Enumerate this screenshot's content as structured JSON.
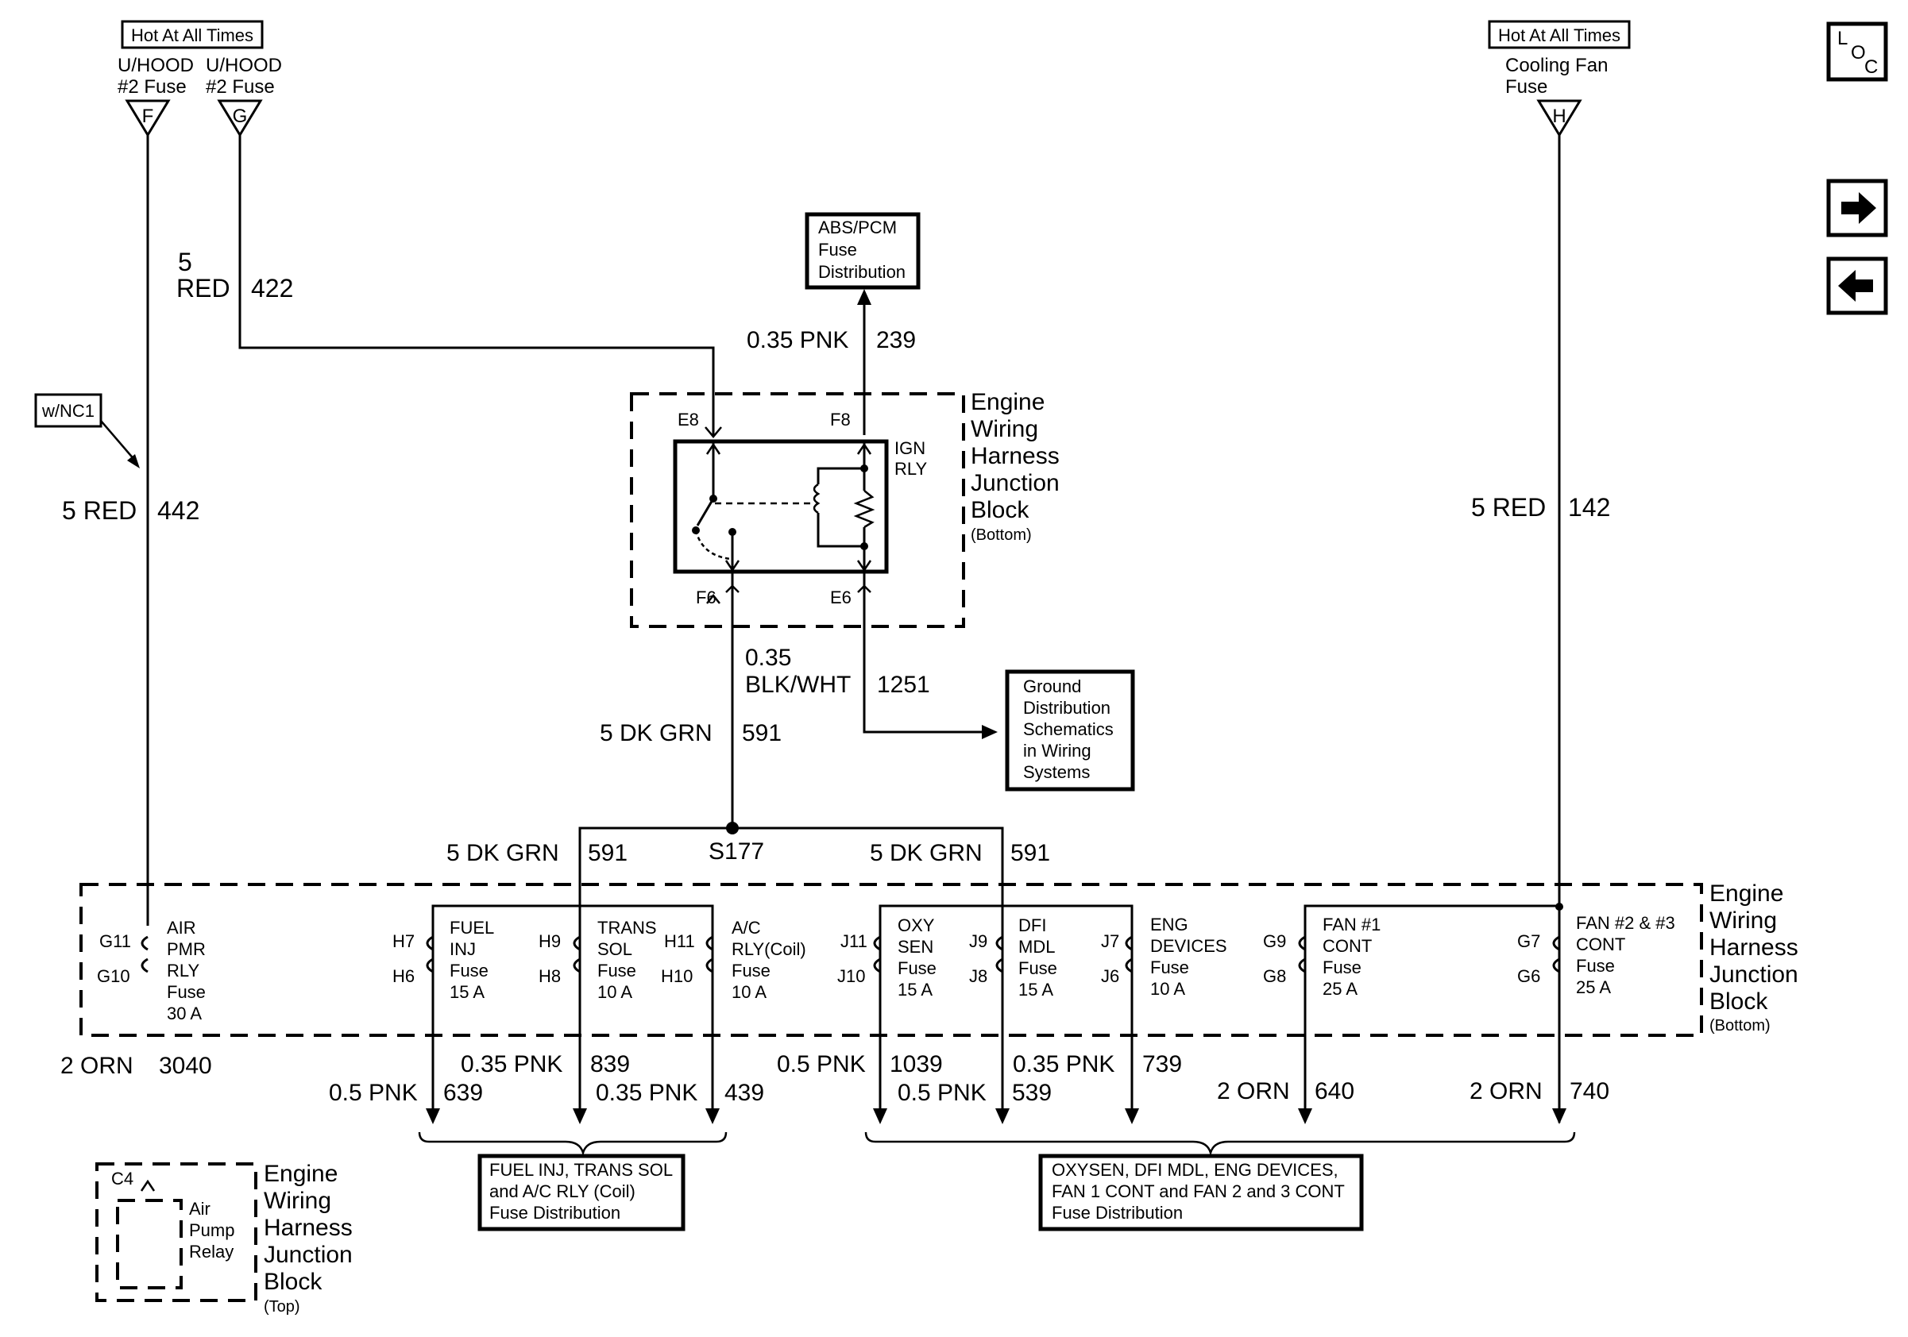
{
  "sources": {
    "hot1": "Hot At All Times",
    "hot2": "Hot At All Times",
    "fuse_f_line1": "U/HOOD",
    "fuse_f_line2": "#2 Fuse",
    "fuse_g_line1": "U/HOOD",
    "fuse_g_line2": "#2 Fuse",
    "fuse_h_line1": "Cooling Fan",
    "fuse_h_line2": "Fuse",
    "term_f": "F",
    "term_g": "G",
    "term_h": "H",
    "option": "w/NC1"
  },
  "nav": {
    "loc_l": "L",
    "loc_o": "O",
    "loc_c": "C",
    "next_icon": "arrow-right-icon",
    "prev_icon": "arrow-left-icon"
  },
  "wires": {
    "w422_gauge": "5",
    "w422_color": "RED",
    "w422_circuit": "422",
    "w442": "5 RED",
    "w442_circuit": "442",
    "w142": "5 RED",
    "w142_circuit": "142",
    "w239": "0.35 PNK",
    "w239_circuit": "239",
    "w1251_gauge": "0.35",
    "w1251_color": "BLK/WHT",
    "w1251_circuit": "1251",
    "w591_main": "5 DK GRN",
    "w591_main_circuit": "591",
    "w591_left": "5 DK GRN",
    "w591_left_circuit": "591",
    "w591_right": "5 DK GRN",
    "w591_right_circuit": "591",
    "splice": "S177",
    "w3040": "2 ORN",
    "w3040_circuit": "3040",
    "w639": "0.5 PNK",
    "w639_circuit": "639",
    "w839": "0.35 PNK",
    "w839_circuit": "839",
    "w439": "0.35 PNK",
    "w439_circuit": "439",
    "w1039": "0.5 PNK",
    "w1039_circuit": "1039",
    "w539": "0.5 PNK",
    "w539_circuit": "539",
    "w739": "0.35 PNK",
    "w739_circuit": "739",
    "w640": "2 ORN",
    "w640_circuit": "640",
    "w740": "2 ORN",
    "w740_circuit": "740"
  },
  "boxes": {
    "abs_pcm_1": "ABS/PCM",
    "abs_pcm_2": "Fuse",
    "abs_pcm_3": "Distribution",
    "ground_1": "Ground",
    "ground_2": "Distribution",
    "ground_3": "Schematics",
    "ground_4": "in Wiring",
    "ground_5": "Systems",
    "fuse_dist_left_1": "FUEL INJ, TRANS SOL",
    "fuse_dist_left_2": "and A/C RLY (Coil)",
    "fuse_dist_left_3": "Fuse Distribution",
    "fuse_dist_right_1": "OXYSEN, DFI MDL, ENG DEVICES,",
    "fuse_dist_right_2": "FAN 1 CONT and FAN 2 and 3 CONT",
    "fuse_dist_right_3": "Fuse Distribution"
  },
  "relay_block": {
    "title_1": "Engine",
    "title_2": "Wiring",
    "title_3": "Harness",
    "title_4": "Junction",
    "title_5": "Block",
    "title_6": "(Bottom)",
    "relay_1": "IGN",
    "relay_2": "RLY",
    "pin_e8": "E8",
    "pin_f8": "F8",
    "pin_f6": "F6",
    "pin_e6": "E6"
  },
  "fuse_block": {
    "title_1": "Engine",
    "title_2": "Wiring",
    "title_3": "Harness",
    "title_4": "Junction",
    "title_5": "Block",
    "title_6": "(Bottom)",
    "fuses": [
      {
        "name_1": "AIR",
        "name_2": "PMR",
        "name_3": "RLY",
        "name_4": "Fuse",
        "name_5": "30 A",
        "pin_top": "G11",
        "pin_bot": "G10"
      },
      {
        "name_1": "FUEL",
        "name_2": "INJ",
        "name_3": "Fuse",
        "name_4": "15 A",
        "pin_top": "H7",
        "pin_bot": "H6"
      },
      {
        "name_1": "TRANS",
        "name_2": "SOL",
        "name_3": "Fuse",
        "name_4": "10 A",
        "pin_top": "H9",
        "pin_bot": "H8"
      },
      {
        "name_1": "A/C",
        "name_2": "RLY(Coil)",
        "name_3": "Fuse",
        "name_4": "10 A",
        "pin_top": "H11",
        "pin_bot": "H10"
      },
      {
        "name_1": "OXY",
        "name_2": "SEN",
        "name_3": "Fuse",
        "name_4": "15 A",
        "pin_top": "J11",
        "pin_bot": "J10"
      },
      {
        "name_1": "DFI",
        "name_2": "MDL",
        "name_3": "Fuse",
        "name_4": "15 A",
        "pin_top": "J9",
        "pin_bot": "J8"
      },
      {
        "name_1": "ENG",
        "name_2": "DEVICES",
        "name_3": "Fuse",
        "name_4": "10 A",
        "pin_top": "J7",
        "pin_bot": "J6"
      },
      {
        "name_1": "FAN #1",
        "name_2": "CONT",
        "name_3": "Fuse",
        "name_4": "25 A",
        "pin_top": "G9",
        "pin_bot": "G8"
      },
      {
        "name_1": "FAN #2 & #3",
        "name_2": "CONT",
        "name_3": "Fuse",
        "name_4": "25 A",
        "pin_top": "G7",
        "pin_bot": "G6"
      }
    ]
  },
  "top_block": {
    "title_1": "Engine",
    "title_2": "Wiring",
    "title_3": "Harness",
    "title_4": "Junction",
    "title_5": "Block",
    "title_6": "(Top)",
    "pin": "C4",
    "relay_1": "Air",
    "relay_2": "Pump",
    "relay_3": "Relay"
  }
}
